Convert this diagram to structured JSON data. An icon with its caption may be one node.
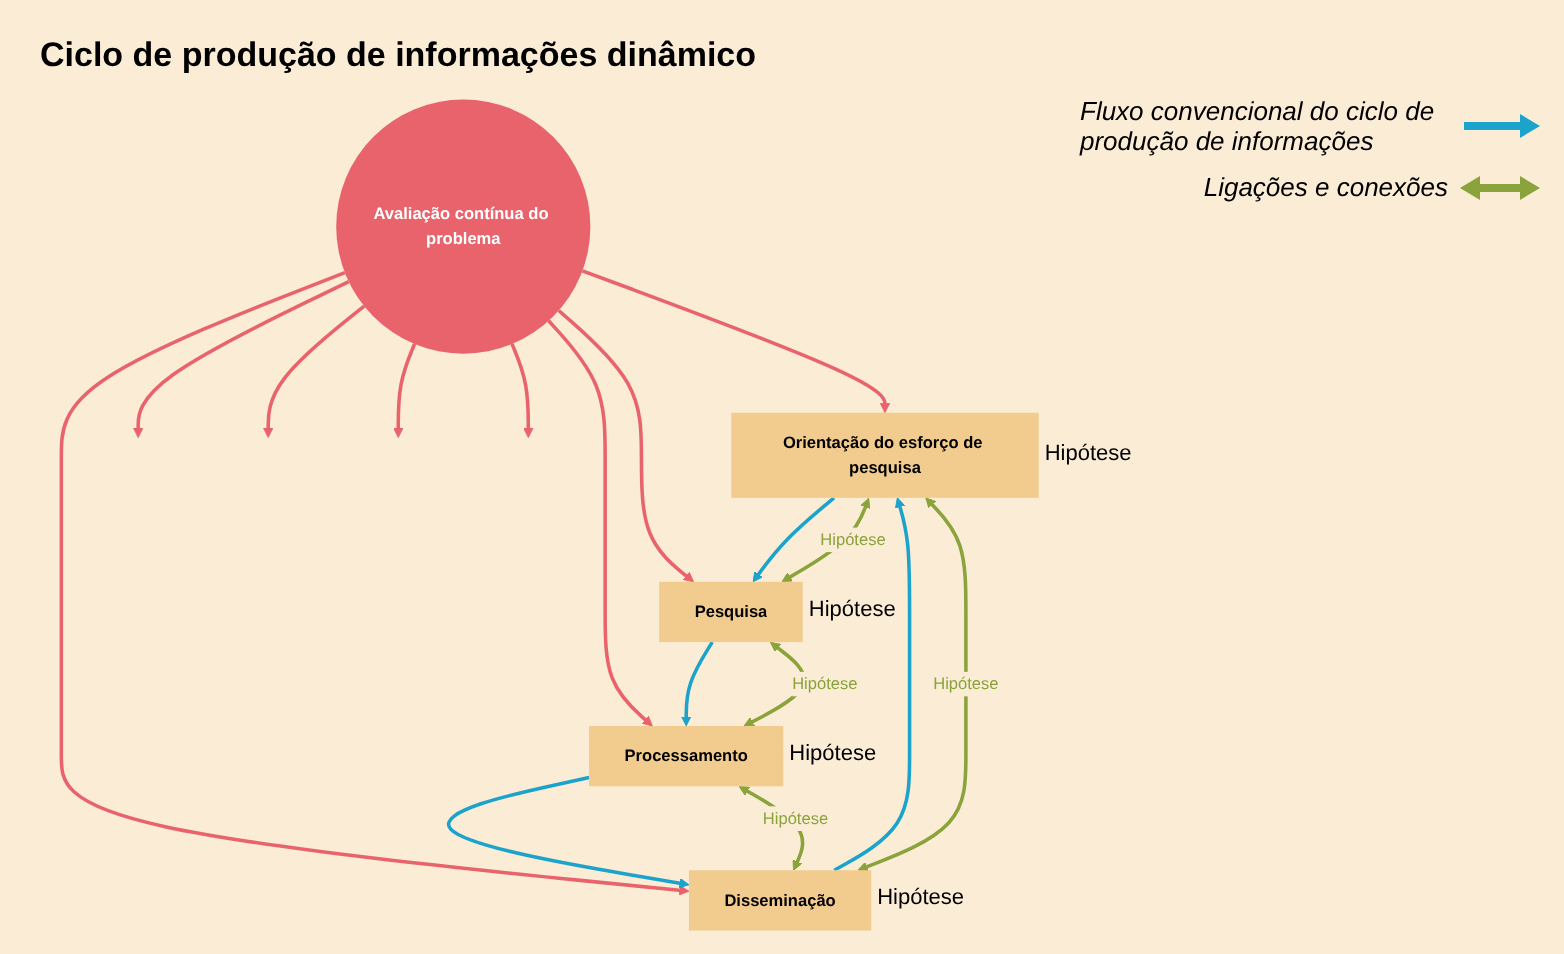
{
  "diagram": {
    "title": "Ciclo de produção de informações dinâmico",
    "nodes": [
      {
        "text": [
          "Avaliação contínua do problema"
        ]
      },
      {
        "text": [
          "Orientação do esforço de pesquisa"
        ],
        "beside": [
          "Hipótese"
        ]
      },
      {
        "text": [
          "Pesquisa"
        ],
        "beside": [
          "Hipótese"
        ]
      },
      {
        "text": [
          "Processamento"
        ],
        "beside": [
          "Hipótese"
        ]
      },
      {
        "text": [
          "Disseminação"
        ],
        "beside": [
          "Hipótese"
        ]
      }
    ],
    "edges": [
      {
        "from": 0,
        "to": 1,
        "arrow": "to",
        "color": "#e8636b"
      },
      {
        "from": 0,
        "to": 2,
        "arrow": "to",
        "color": "#e8636b"
      },
      {
        "from": 0,
        "to": 3,
        "arrow": "to",
        "color": "#e8636b"
      },
      {
        "from": 0,
        "to": 4,
        "arrow": "to",
        "color": "#e8636b"
      },
      {
        "from": 0,
        "to": null,
        "arrow": "to",
        "color": "#e8636b"
      },
      {
        "from": 0,
        "to": null,
        "arrow": "to",
        "color": "#e8636b"
      },
      {
        "from": 0,
        "to": null,
        "arrow": "to",
        "color": "#e8636b"
      },
      {
        "from": 0,
        "to": null,
        "arrow": "to",
        "color": "#e8636b"
      },
      {
        "from": 1,
        "to": 2,
        "arrow": "to",
        "color": "#1ba3cc"
      },
      {
        "from": 1,
        "to": 2,
        "arrow": "both",
        "label": "Hipótese",
        "color": "#8aa33a"
      },
      {
        "from": 2,
        "to": 3,
        "arrow": "to",
        "color": "#1ba3cc"
      },
      {
        "from": 2,
        "to": 3,
        "arrow": "both",
        "label": "Hipótese",
        "color": "#8aa33a"
      },
      {
        "from": 3,
        "to": 4,
        "arrow": "to",
        "color": "#1ba3cc"
      },
      {
        "from": 3,
        "to": 4,
        "arrow": "both",
        "label": "Hipótese",
        "color": "#8aa33a"
      },
      {
        "from": 4,
        "to": 1,
        "arrow": "to",
        "color": "#1ba3cc"
      },
      {
        "from": 4,
        "to": 1,
        "arrow": "both",
        "label": "Hipótese",
        "color": "#8aa33a"
      }
    ],
    "legend": [
      {
        "text": "Fluxo convencional do ciclo de produção de informações"
      },
      {
        "text": "Ligações e conexões"
      }
    ]
  }
}
